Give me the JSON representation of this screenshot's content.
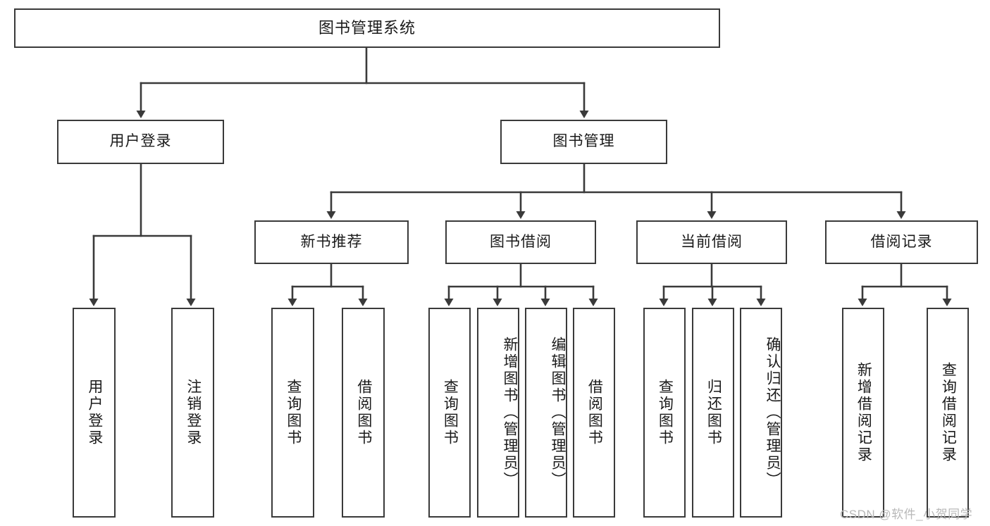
{
  "diagram": {
    "title": "图书管理系统",
    "type": "tree-hierarchy-chart",
    "orientation": "top-down"
  },
  "nodes": {
    "root": {
      "label": "图书管理系统"
    },
    "level2": [
      {
        "id": "user-login",
        "label": "用户登录"
      },
      {
        "id": "book-management",
        "label": "图书管理"
      }
    ],
    "level3": [
      {
        "id": "new-book-recommend",
        "label": "新书推荐"
      },
      {
        "id": "book-borrow",
        "label": "图书借阅"
      },
      {
        "id": "current-borrow",
        "label": "当前借阅"
      },
      {
        "id": "borrow-record",
        "label": "借阅记录"
      }
    ],
    "leaves": [
      {
        "id": "leaf-user-login",
        "label": "用户登录",
        "parent": "user-login"
      },
      {
        "id": "leaf-logout",
        "label": "注销登录",
        "parent": "user-login"
      },
      {
        "id": "leaf-query-book-1",
        "label": "查询图书",
        "parent": "new-book-recommend"
      },
      {
        "id": "leaf-borrow-book-1",
        "label": "借阅图书",
        "parent": "new-book-recommend"
      },
      {
        "id": "leaf-query-book-2",
        "label": "查询图书",
        "parent": "book-borrow"
      },
      {
        "id": "leaf-add-book",
        "label": "新增图书（管理员）",
        "parent": "book-borrow"
      },
      {
        "id": "leaf-edit-book",
        "label": "编辑图书（管理员）",
        "parent": "book-borrow"
      },
      {
        "id": "leaf-borrow-book-2",
        "label": "借阅图书",
        "parent": "book-borrow"
      },
      {
        "id": "leaf-query-book-3",
        "label": "查询图书",
        "parent": "current-borrow"
      },
      {
        "id": "leaf-return-book",
        "label": "归还图书",
        "parent": "current-borrow"
      },
      {
        "id": "leaf-confirm-return",
        "label": "确认归还（管理员）",
        "parent": "current-borrow"
      },
      {
        "id": "leaf-add-record",
        "label": "新增借阅记录",
        "parent": "borrow-record"
      },
      {
        "id": "leaf-query-record",
        "label": "查询借阅记录",
        "parent": "borrow-record"
      }
    ]
  },
  "watermark": {
    "text": "CSDN @软件_小贺同学"
  },
  "colors": {
    "stroke": "#3a3a3a",
    "box_fill": "#ffffff",
    "text": "#1a1a1a",
    "watermark": "#b8b8b8",
    "background": "#ffffff"
  }
}
